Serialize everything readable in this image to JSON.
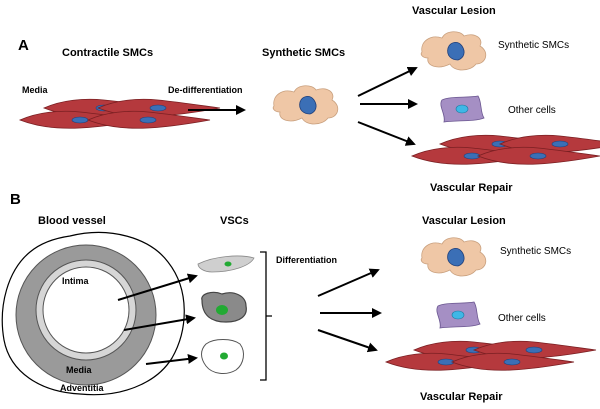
{
  "panelA": {
    "letter": "A",
    "contractile_title": "Contractile SMCs",
    "media_label": "Media",
    "arrow_label": "De-differentiation",
    "synthetic_title": "Synthetic SMCs",
    "lesion_title": "Vascular Lesion",
    "outcome_synthetic": "Synthetic SMCs",
    "outcome_other": "Other cells",
    "repair_title": "Vascular Repair"
  },
  "panelB": {
    "letter": "B",
    "vessel_title": "Blood vessel",
    "intima_label": "Intima",
    "media_label": "Media",
    "adventitia_label": "Adventitia",
    "vscs_title": "VSCs",
    "differentiation_label": "Differentiation",
    "lesion_title": "Vascular Lesion",
    "outcome_synthetic": "Synthetic SMCs",
    "outcome_other": "Other cells",
    "repair_title": "Vascular Repair"
  },
  "colors": {
    "smc_red": "#b5393d",
    "smc_dark": "#7a1f22",
    "synthetic_peach": "#efc7a6",
    "nucleus_blue": "#3b6fb6",
    "other_purple": "#a58fc4",
    "other_nucleus": "#3fb7e6",
    "vsc_green": "#22aa33",
    "vessel_gray": "#9a9a9a"
  }
}
